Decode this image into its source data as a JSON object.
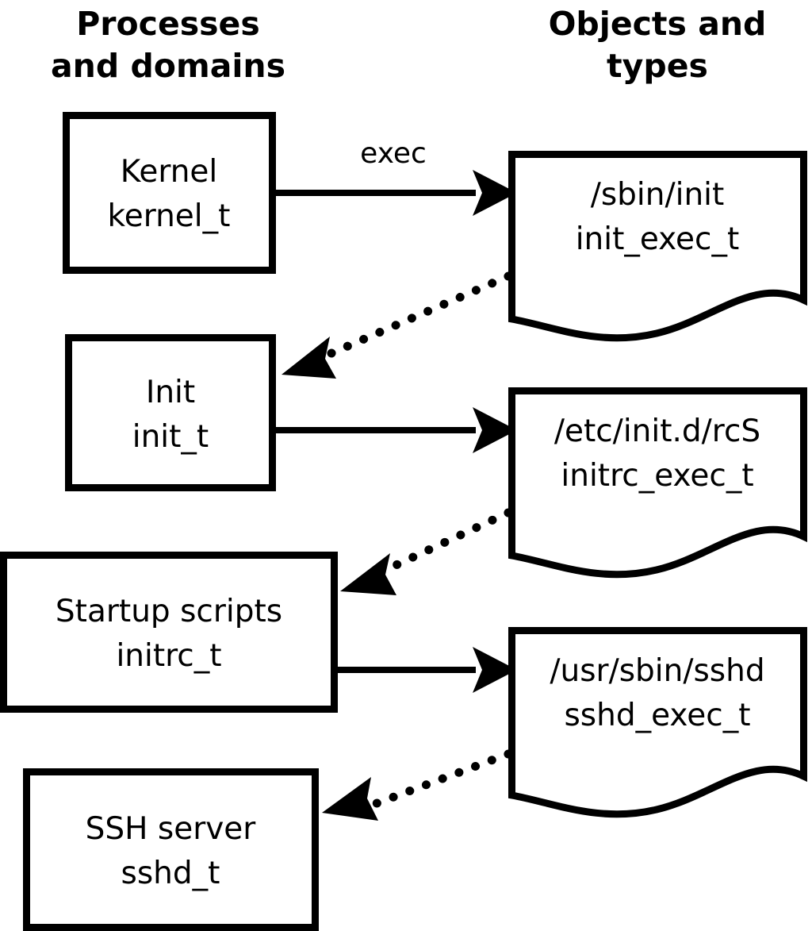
{
  "diagram": {
    "title_left": "Processes\nand domains",
    "headers": {
      "left": {
        "line1": "Processes",
        "line2": "and domains"
      },
      "right": {
        "line1": "Objects and",
        "line2": "types"
      }
    },
    "colors": {
      "stroke": "#000000",
      "fill": "#ffffff",
      "background": "#ffffff"
    },
    "process_nodes": [
      {
        "id": "kernel",
        "line1": "Kernel",
        "line2": "kernel_t"
      },
      {
        "id": "init",
        "line1": "Init",
        "line2": "init_t"
      },
      {
        "id": "initrc",
        "line1": "Startup scripts",
        "line2": "initrc_t"
      },
      {
        "id": "sshd",
        "line1": "SSH server",
        "line2": "sshd_t"
      }
    ],
    "object_nodes": [
      {
        "id": "init_exec",
        "line1": "/sbin/init",
        "line2": "init_exec_t"
      },
      {
        "id": "initrc_exec",
        "line1": "/etc/init.d/rcS",
        "line2": "initrc_exec_t"
      },
      {
        "id": "sshd_exec",
        "line1": "/usr/sbin/sshd",
        "line2": "sshd_exec_t"
      }
    ],
    "edges": [
      {
        "id": "kernel-exec-init_exec",
        "from": "kernel",
        "to": "init_exec",
        "style": "solid",
        "label": "exec"
      },
      {
        "id": "init_exec-transition-init",
        "from": "init_exec",
        "to": "init",
        "style": "dotted",
        "label": ""
      },
      {
        "id": "init-exec-initrc_exec",
        "from": "init",
        "to": "initrc_exec",
        "style": "solid",
        "label": ""
      },
      {
        "id": "initrc_exec-transition-initrc",
        "from": "initrc_exec",
        "to": "initrc",
        "style": "dotted",
        "label": ""
      },
      {
        "id": "initrc-exec-sshd_exec",
        "from": "initrc",
        "to": "sshd_exec",
        "style": "solid",
        "label": ""
      },
      {
        "id": "sshd_exec-transition-sshd",
        "from": "sshd_exec",
        "to": "sshd",
        "style": "dotted",
        "label": ""
      }
    ]
  }
}
